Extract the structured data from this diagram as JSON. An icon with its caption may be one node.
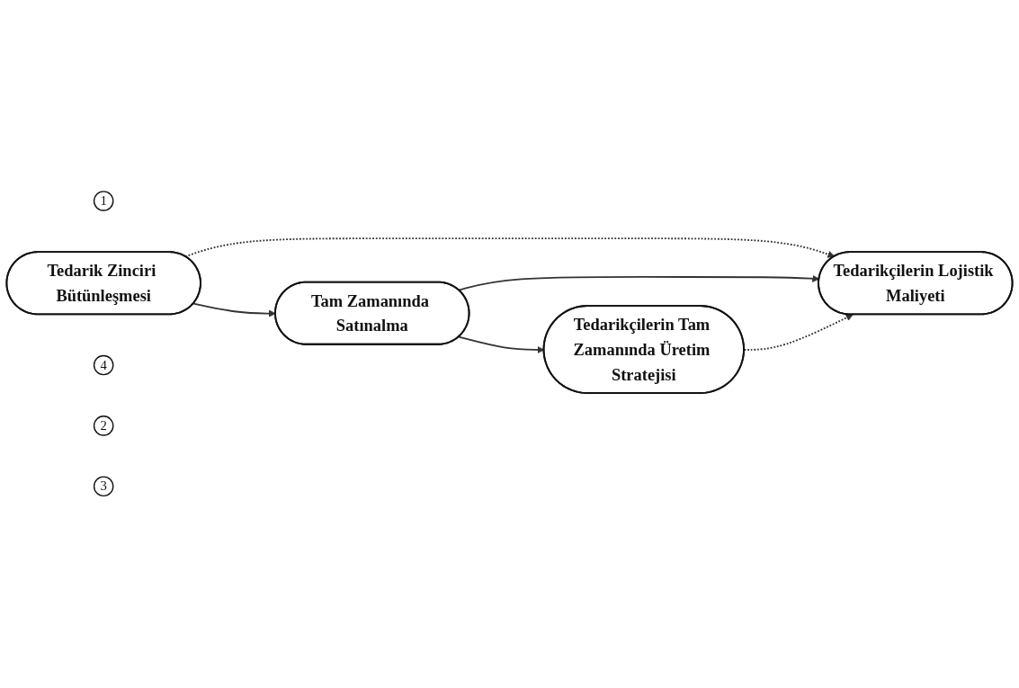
{
  "diagram": {
    "nodes": [
      {
        "text": [
          "1"
        ]
      },
      {
        "text": [
          "Tedarik Zinciri Bütünleşmesi"
        ]
      },
      {
        "text": [
          "4"
        ]
      },
      {
        "text": [
          "Tedarikçilerin Lojistik Maliyeti"
        ]
      },
      {
        "text": [
          "2"
        ]
      },
      {
        "text": [
          "Tam Zamanında Satınalma"
        ]
      },
      {
        "text": [
          "3"
        ]
      },
      {
        "text": [
          "Tedarikçilerin Tam Zamanında Üretim Stratejisi"
        ]
      }
    ],
    "edges": [
      {
        "from": 1,
        "to": 3,
        "arrow": "to",
        "style": "dashed"
      },
      {
        "from": 1,
        "to": 5,
        "arrow": "to"
      },
      {
        "from": 5,
        "to": 3,
        "arrow": "to"
      },
      {
        "from": 5,
        "to": 7,
        "arrow": "to"
      },
      {
        "from": 7,
        "to": 3,
        "arrow": "to",
        "style": "dashed"
      }
    ]
  }
}
